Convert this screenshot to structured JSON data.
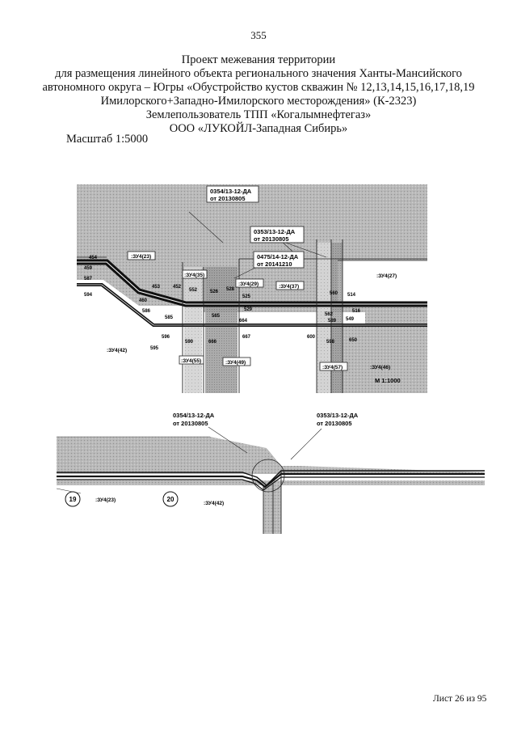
{
  "page": {
    "number": "355",
    "sheet_label": "Лист 26 из 95"
  },
  "header": {
    "lines": [
      "Проект межевания территории",
      "для размещения линейного объекта регионального значения Ханты-Мансийского",
      "автономного округа – Югры «Обустройство кустов скважин № 12,13,14,15,16,17,18,19",
      "Имилорского+Западно-Имилорского месторождения» (К-2323)",
      "Землепользователь ТПП «Когалымнефтегаз»",
      "ООО «ЛУКОЙЛ-Западная Сибирь»"
    ],
    "scale": "Масштаб 1:5000"
  },
  "inset": {
    "scale_label": "М 1:1000",
    "doc_labels": [
      {
        "line1": "0354/13-12-ДА",
        "line2": "от 20130805"
      },
      {
        "line1": "0353/13-12-ДА",
        "line2": "от 20130805"
      },
      {
        "line1": "0475/14-12-ДА",
        "line2": "от 20141210"
      }
    ],
    "parcels": [
      ":ЗУ4(23)",
      ":ЗУ4(35)",
      ":ЗУ4(29)",
      ":ЗУ4(37)",
      ":ЗУ4(27)",
      ":ЗУ4(42)",
      ":ЗУ4(55)",
      ":ЗУ4(49)",
      ":ЗУ4(57)",
      ":ЗУ4(46)"
    ],
    "points": [
      "454",
      "459",
      "587",
      "594",
      "453",
      "460",
      "586",
      "585",
      "596",
      "595",
      "452",
      "552",
      "590",
      "526",
      "528",
      "525",
      "529",
      "565",
      "664",
      "666",
      "667",
      "560",
      "562",
      "589",
      "514",
      "516",
      "549",
      "600",
      "598",
      "650"
    ]
  },
  "overview": {
    "doc_labels": [
      {
        "line1": "0354/13-12-ДА",
        "line2": "от 20130805"
      },
      {
        "line1": "0353/13-12-ДА",
        "line2": "от 20130805"
      }
    ],
    "markers": [
      "19",
      "20"
    ],
    "parcels": [
      ":ЗУ4(23)",
      ":ЗУ4(42)"
    ]
  }
}
